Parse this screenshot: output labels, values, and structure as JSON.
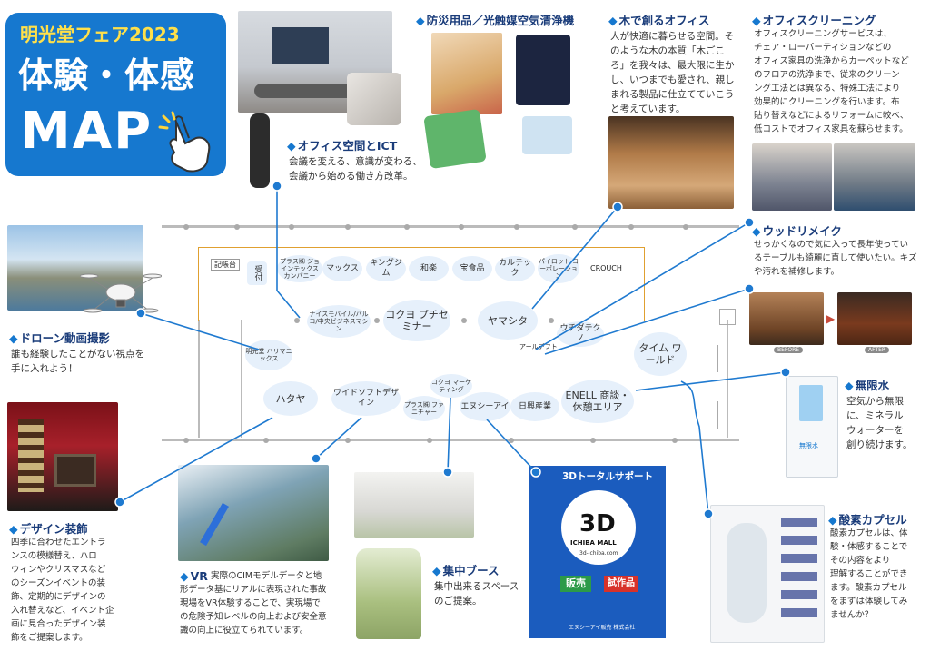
{
  "header": {
    "fair_name": "明光堂フェア2023",
    "main_title": "体験・体感",
    "map_word": "MAP"
  },
  "sections": {
    "ict": {
      "title": "オフィス空間とICT",
      "body": [
        "会議を変える、意識が変わる、",
        "会議から始める働き方改革。"
      ]
    },
    "bousai": {
      "title": "防災用品／光触媒空気清浄機"
    },
    "wood_office": {
      "title": "木で創るオフィス",
      "body": [
        "人が快適に暮らせる空間。そ",
        "のような木の本質「木ごこ",
        "ろ」を我々は、最大限に生か",
        "し、いつまでも愛され、親し",
        "まれる製品に仕立てていこう",
        "と考えています。"
      ]
    },
    "cleaning": {
      "title": "オフィスクリーニング",
      "body": [
        "オフィスクリーニングサービスは、",
        "チェア・ローパーティションなどの",
        "オフィス家具の洗浄からカーペットなど",
        "のフロアの洗浄まで、従来のクリーン",
        "ング工法とは異なる、特殊工法により",
        "効果的にクリーニングを行います。布",
        "貼り替えなどによるリフォームに較べ、",
        "低コストでオフィス家具を蘇らせます。"
      ]
    },
    "wood_remake": {
      "title": "ウッドリメイク",
      "body": [
        "せっかくなので気に入って長年使ってい",
        "るテーブルも綺麗に直して使いたい。キズ",
        "や汚れを補修します。"
      ],
      "before": "BEFORE",
      "after": "AFTER"
    },
    "drone": {
      "title": "ドローン動画撮影",
      "body": [
        "誰も経験したことがない視点を",
        "手に入れよう！"
      ]
    },
    "mugen": {
      "title": "無限水",
      "body": [
        "空気から無限",
        "に、ミネラル",
        "ウォーターを",
        "創り続けます。"
      ],
      "device_label": "無限水"
    },
    "design": {
      "title": "デザイン装飾",
      "body": [
        "四季に合わせたエントラ",
        "ンスの模様替え、ハロ",
        "ウィンやクリスマスなど",
        "のシーズンイベントの装",
        "飾、定期的にデザインの",
        "入れ替えなど、イベント企",
        "画に見合ったデザイン装",
        "飾をご提案します。"
      ]
    },
    "vr": {
      "title": "VR",
      "body": [
        "実際のCIMモデルデータと地",
        "形データ基にリアルに表現された事故",
        "現場をVR体験することで、実現場で",
        "の危険予知レベルの向上および安全意",
        "識の向上に役立てられています。"
      ]
    },
    "focus": {
      "title": "集中ブース",
      "body": [
        "集中出来るスペース",
        "のご提案。"
      ]
    },
    "oxygen": {
      "title": "酸素カプセル",
      "body": [
        "酸素カプセルは、体",
        "験・体感することで",
        "その内容をより",
        "理解することができ",
        "ます。酸素カプセル",
        "をまずは体験してみ",
        "ませんか？"
      ]
    },
    "support3d": {
      "header": "3Dトータルサポート",
      "big": "3D",
      "mall": "ICHIBA MALL",
      "url": "3d-ichiba.com",
      "hanbai": "販売",
      "shisaku": "試作品",
      "footer": "エヌシーアイ販売 株式会社"
    }
  },
  "floor_map": {
    "kichoudai": "記帳台",
    "uketsuke": "受付",
    "booths_top": [
      "プラス㈱ ジョインテックス カンパニー",
      "マックス",
      "キングジム",
      "和楽",
      "宝食品",
      "カルテック",
      "パイロット コーポレーション",
      "CROUCH"
    ],
    "booths_mid": [
      "ナイスモバイル/バルコ/中央ビジネスマシン",
      "コクヨ プチセミナー",
      "ヤマシタ",
      "ウチダテクノ",
      "アールデフト",
      "タイム ワールド"
    ],
    "booths_bottom": [
      "明光堂 ハリマニックス",
      "ハタヤ",
      "ワイドソフトデザイン",
      "プラス㈱ ファニチャー",
      "コクヨ マーケティング",
      "エヌシーアイ",
      "日興産業",
      "ENELL 商談・休憩エリア"
    ]
  },
  "colors": {
    "accent": "#1678cf",
    "title_yellow": "#ffe04a",
    "section_title": "#1a3c7a",
    "booth_bg": "#e6f0fb",
    "connector": "#1f7ad0"
  }
}
